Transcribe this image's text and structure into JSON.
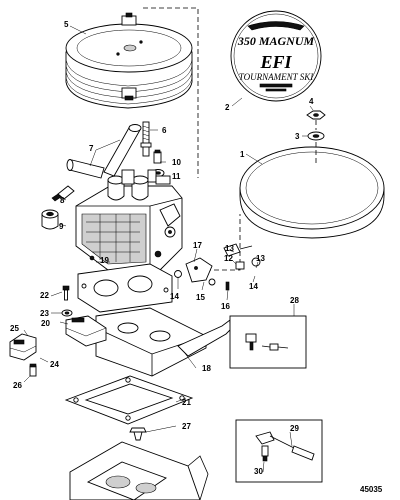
{
  "decal": {
    "line1": "350 MAGNUM",
    "emblem": "EFI",
    "line2": "TOURNAMENT SKI"
  },
  "figure_number": "45035",
  "callouts": {
    "c1": "1",
    "c2": "2",
    "c3": "3",
    "c4": "4",
    "c5": "5",
    "c6": "6",
    "c7": "7",
    "c8": "8",
    "c9": "9",
    "c10": "10",
    "c11": "11",
    "c12": "12",
    "c13a": "13",
    "c13b": "13",
    "c14a": "14",
    "c14b": "14",
    "c15": "15",
    "c16": "16",
    "c17": "17",
    "c18": "18",
    "c19": "19",
    "c20": "20",
    "c21": "21",
    "c22": "22",
    "c23": "23",
    "c24": "24",
    "c25": "25",
    "c26": "26",
    "c27": "27",
    "c28": "28",
    "c29": "29",
    "c30": "30"
  }
}
